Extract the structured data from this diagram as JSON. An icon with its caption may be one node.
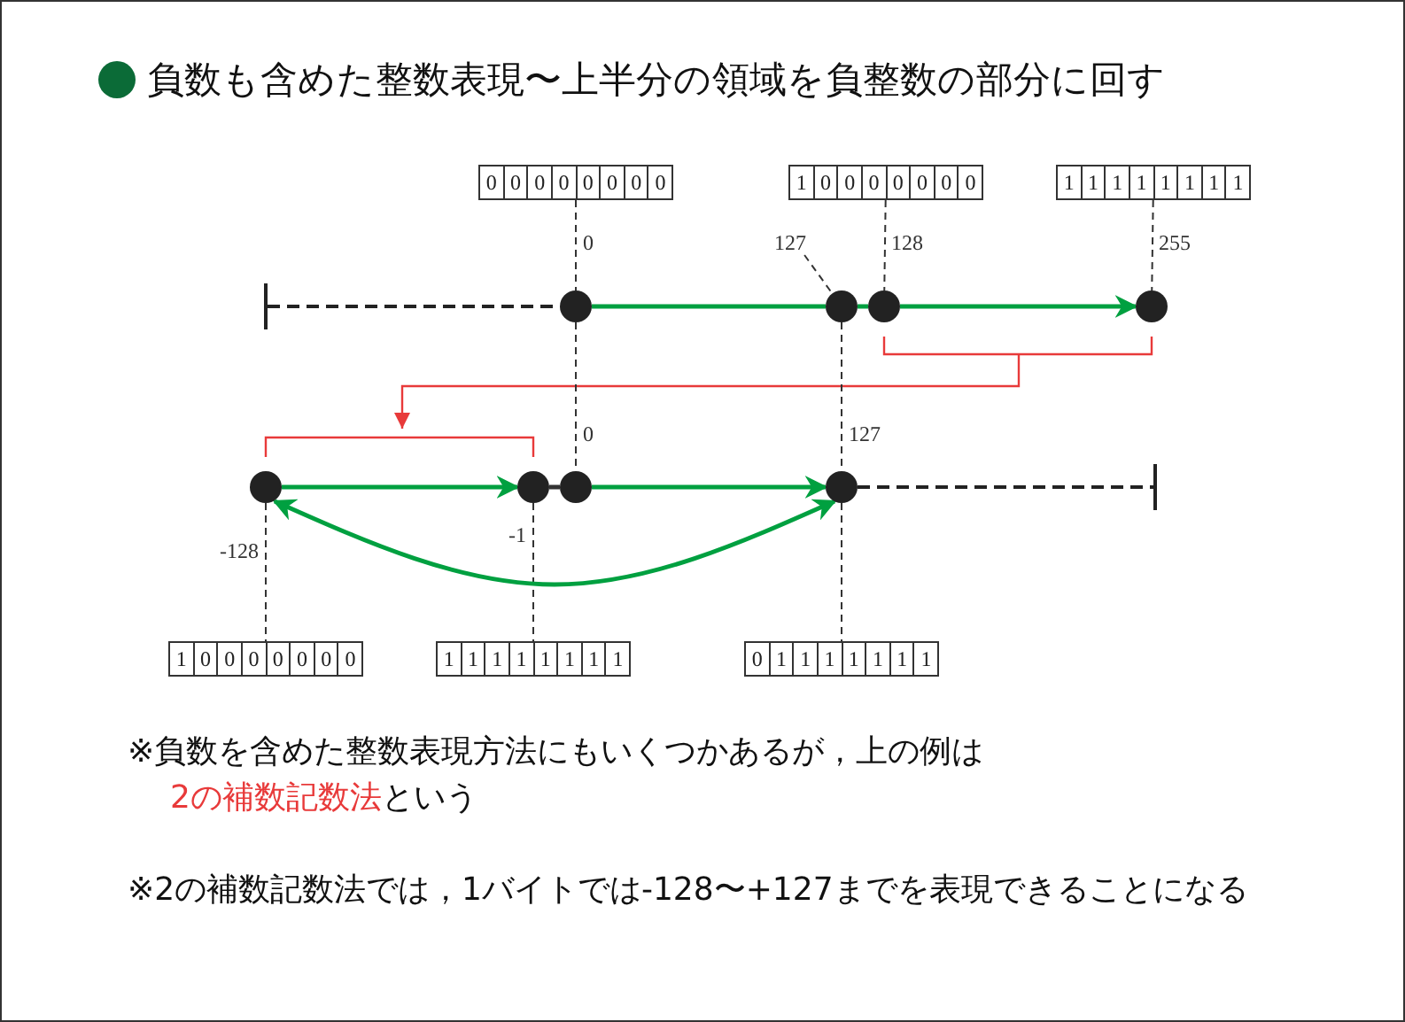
{
  "diagram": {
    "title": "負数も含めた整数表現〜上半分の領域を負整数の部分に回す",
    "nodes": [
      {
        "text": [
          "0",
          "0",
          "0",
          "0",
          "0",
          "0",
          "0",
          "0"
        ]
      },
      {
        "text": [
          "1",
          "0",
          "0",
          "0",
          "0",
          "0",
          "0",
          "0"
        ]
      },
      {
        "text": [
          "1",
          "1",
          "1",
          "1",
          "1",
          "1",
          "1",
          "1"
        ]
      },
      {
        "text": [],
        "shape": "circle",
        "beside": [
          "0"
        ]
      },
      {
        "text": [
          "127"
        ]
      },
      {
        "text": [],
        "shape": "circle"
      },
      {
        "text": [],
        "shape": "circle",
        "beside": [
          "128"
        ]
      },
      {
        "text": [],
        "shape": "circle",
        "beside": [
          "255"
        ]
      },
      {
        "text": [],
        "shape": "circle",
        "beside": [
          "-128"
        ]
      },
      {
        "text": [],
        "shape": "circle",
        "beside": [
          "-1"
        ]
      },
      {
        "text": [],
        "shape": "circle",
        "beside": [
          "0"
        ]
      },
      {
        "text": [],
        "shape": "circle",
        "beside": [
          "127"
        ]
      },
      {
        "text": [
          "1",
          "0",
          "0",
          "0",
          "0",
          "0",
          "0",
          "0"
        ]
      },
      {
        "text": [
          "1",
          "1",
          "1",
          "1",
          "1",
          "1",
          "1",
          "1"
        ]
      },
      {
        "text": [
          "0",
          "1",
          "1",
          "1",
          "1",
          "1",
          "1",
          "1"
        ]
      }
    ],
    "edges": [
      {
        "from": 0,
        "to": 3,
        "arrow": "none",
        "style": "dashed"
      },
      {
        "from": 1,
        "to": 6,
        "arrow": "none",
        "style": "dashed"
      },
      {
        "from": 2,
        "to": 7,
        "arrow": "none",
        "style": "dashed"
      },
      {
        "from": 4,
        "to": 5,
        "arrow": "none",
        "style": "dashed"
      },
      {
        "from": 3,
        "to": 10,
        "arrow": "none",
        "style": "dashed"
      },
      {
        "from": 5,
        "to": 11,
        "arrow": "none",
        "style": "dashed"
      },
      {
        "from": 8,
        "to": 12,
        "arrow": "none",
        "style": "dashed"
      },
      {
        "from": 9,
        "to": 13,
        "arrow": "none",
        "style": "dashed"
      },
      {
        "from": 11,
        "to": 14,
        "arrow": "none",
        "style": "dashed"
      },
      {
        "from": 3,
        "to": 5,
        "arrow": "none",
        "style": "thick",
        "color": "#00a040"
      },
      {
        "from": 5,
        "to": 6,
        "arrow": "none",
        "style": "thick",
        "color": "#00a040"
      },
      {
        "from": 6,
        "to": 7,
        "arrow": "to",
        "style": "thick",
        "color": "#00a040"
      },
      {
        "from": 8,
        "to": 9,
        "arrow": "to",
        "style": "thick",
        "color": "#00a040"
      },
      {
        "from": 10,
        "to": 11,
        "arrow": "to",
        "style": "thick",
        "color": "#00a040"
      },
      {
        "from": 11,
        "to": 8,
        "arrow": "both",
        "style": "thick",
        "color": "#00a040"
      },
      {
        "from": 9,
        "to": 10,
        "arrow": "none",
        "style": "thick"
      }
    ],
    "labels": [
      "※負数を含めた整数表現方法にもいくつかあるが，上の例は",
      "2の補数記数法",
      "という",
      "※2の補数記数法では，1バイトでは-128〜+127までを表現できることになる"
    ]
  }
}
